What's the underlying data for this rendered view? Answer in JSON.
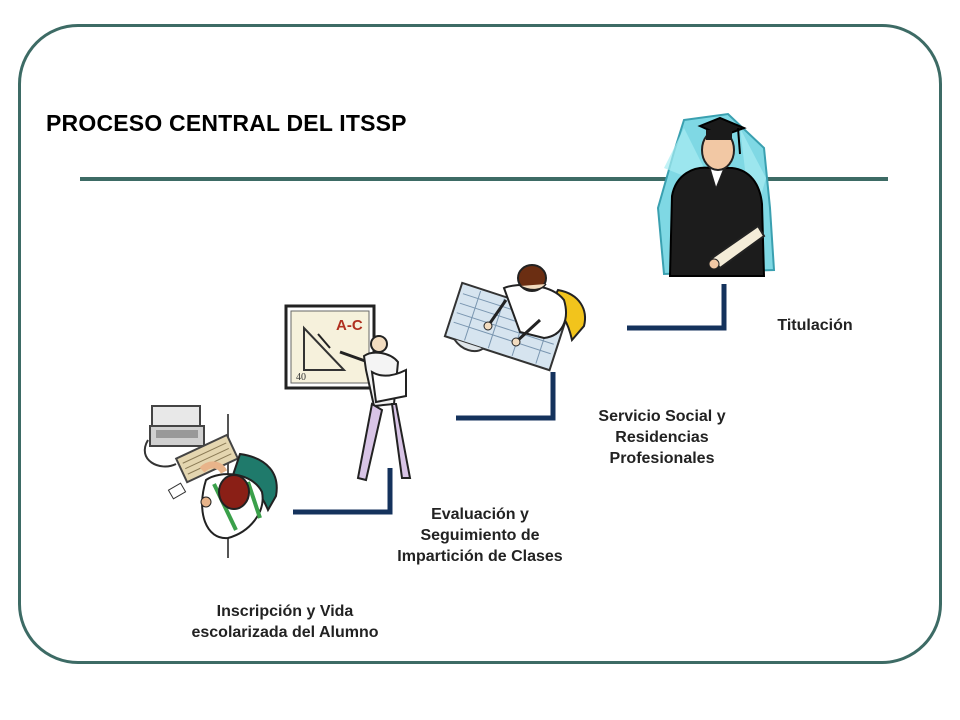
{
  "title": "PROCESO CENTRAL DEL ITSSP",
  "colors": {
    "frame": "#3d6b65",
    "connector": "#14325c"
  },
  "steps": [
    {
      "icon": "student-at-computer-icon",
      "lines": [
        "Inscripción y Vida",
        "escolarizada del Alumno"
      ]
    },
    {
      "icon": "teacher-at-board-icon",
      "lines": [
        "Evaluación y",
        "Seguimiento de",
        "Impartición de Clases"
      ]
    },
    {
      "icon": "person-drafting-icon",
      "lines": [
        "Servicio Social y",
        "Residencias",
        "Profesionales"
      ]
    },
    {
      "icon": "graduate-icon",
      "lines": [
        "Titulación"
      ]
    }
  ]
}
